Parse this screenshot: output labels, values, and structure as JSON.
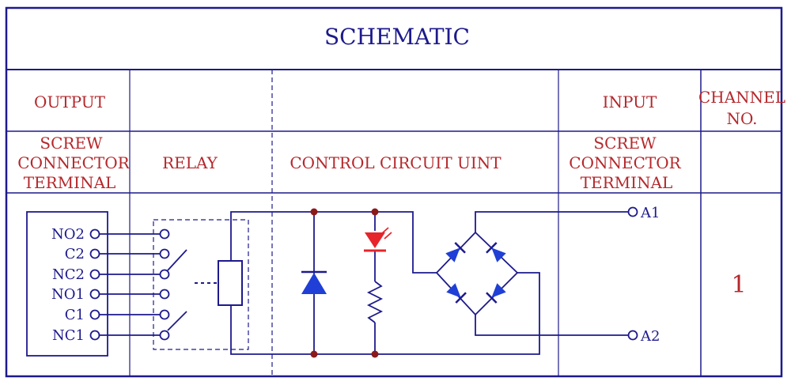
{
  "title": "SCHEMATIC",
  "headers": {
    "output": "OUTPUT",
    "input": "INPUT",
    "channel_line1": "CHANNEL",
    "channel_line2": "NO.",
    "screw_line1": "SCREW",
    "screw_line2": "CONNECTOR",
    "screw_line3": "TERMINAL",
    "relay": "RELAY",
    "control": "CONTROL CIRCUIT UINT",
    "in_screw_line1": "SCREW",
    "in_screw_line2": "CONNECTOR",
    "in_screw_line3": "TERMINAL"
  },
  "output_terminals": [
    "NO2",
    "C2",
    "NC2",
    "NO1",
    "C1",
    "NC1"
  ],
  "input_terminals": [
    "A1",
    "A2"
  ],
  "channel_number": "1",
  "colors": {
    "frame": "#1d1a8c",
    "wire": "#1d1a8c",
    "diode_fill": "#1f3fd6",
    "led": "#e6242b",
    "junction": "#8b1a1a",
    "channel_text": "#b4282c"
  },
  "icons": [
    "flyback-diode-icon",
    "led-icon",
    "resistor-icon",
    "bridge-rectifier-icon",
    "relay-coil-icon",
    "relay-contact-icon"
  ]
}
